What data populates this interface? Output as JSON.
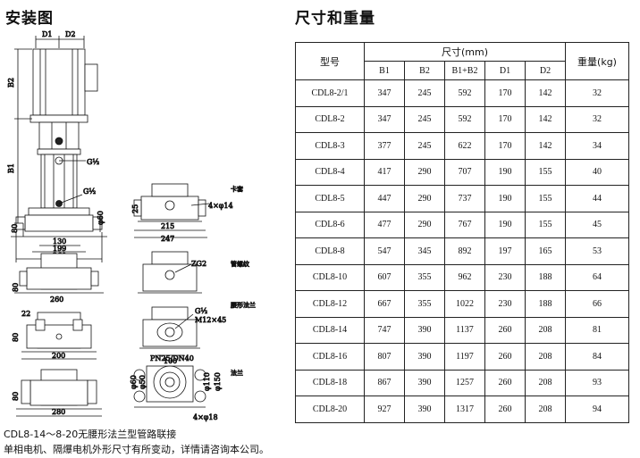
{
  "left_title": "安装图",
  "right_title": "尺寸和重量",
  "table": {
    "model_header": "型号",
    "size_header": "尺寸(mm)",
    "weight_header": "重量(kg)",
    "columns": [
      "B1",
      "B2",
      "B1+B2",
      "D1",
      "D2"
    ],
    "rows": [
      {
        "model": "CDL8-2/1",
        "values": [
          "347",
          "245",
          "592",
          "170",
          "142"
        ],
        "weight": "32"
      },
      {
        "model": "CDL8-2",
        "values": [
          "347",
          "245",
          "592",
          "170",
          "142"
        ],
        "weight": "32"
      },
      {
        "model": "CDL8-3",
        "values": [
          "377",
          "245",
          "622",
          "170",
          "142"
        ],
        "weight": "34"
      },
      {
        "model": "CDL8-4",
        "values": [
          "417",
          "290",
          "707",
          "190",
          "155"
        ],
        "weight": "40"
      },
      {
        "model": "CDL8-5",
        "values": [
          "447",
          "290",
          "737",
          "190",
          "155"
        ],
        "weight": "44"
      },
      {
        "model": "CDL8-6",
        "values": [
          "477",
          "290",
          "767",
          "190",
          "155"
        ],
        "weight": "45"
      },
      {
        "model": "CDL8-8",
        "values": [
          "547",
          "345",
          "892",
          "197",
          "165"
        ],
        "weight": "53"
      },
      {
        "model": "CDL8-10",
        "values": [
          "607",
          "355",
          "962",
          "230",
          "188"
        ],
        "weight": "64"
      },
      {
        "model": "CDL8-12",
        "values": [
          "667",
          "355",
          "1022",
          "230",
          "188"
        ],
        "weight": "66"
      },
      {
        "model": "CDL8-14",
        "values": [
          "747",
          "390",
          "1137",
          "260",
          "208"
        ],
        "weight": "81"
      },
      {
        "model": "CDL8-16",
        "values": [
          "807",
          "390",
          "1197",
          "260",
          "208"
        ],
        "weight": "84"
      },
      {
        "model": "CDL8-18",
        "values": [
          "867",
          "390",
          "1257",
          "260",
          "208"
        ],
        "weight": "93"
      },
      {
        "model": "CDL8-20",
        "values": [
          "927",
          "390",
          "1317",
          "260",
          "208"
        ],
        "weight": "94"
      }
    ]
  },
  "drawing": {
    "d1": "D1",
    "d2": "D2",
    "b1": "B1",
    "b2": "B2",
    "g_half": "G½",
    "dim_80": "80",
    "dim_130": "130",
    "dim_199": "199",
    "dim_260": "260",
    "dim_60": "φ60",
    "dim_25": "25",
    "dim_215": "215",
    "dim_247": "247",
    "dim_4x14": "4×φ14",
    "zg2": "ZG2",
    "m12": "M12×45",
    "dim_22": "22",
    "dim_100": "100",
    "dim_200": "200",
    "pn": "PN25/DN40",
    "dim_50": "φ50",
    "dim_110": "φ110",
    "dim_150": "φ150",
    "dim_4x18": "4×φ18",
    "dim_280": "280",
    "label_clamp": "卡套",
    "label_thread": "管螺纹",
    "label_oval": "腰形法兰",
    "label_flange": "法兰"
  },
  "note_line1": "CDL8-14～8-20无腰形法兰型管路联接",
  "note_line2": "单相电机、隔爆电机外形尺寸有所变动，详情请咨询本公司。"
}
